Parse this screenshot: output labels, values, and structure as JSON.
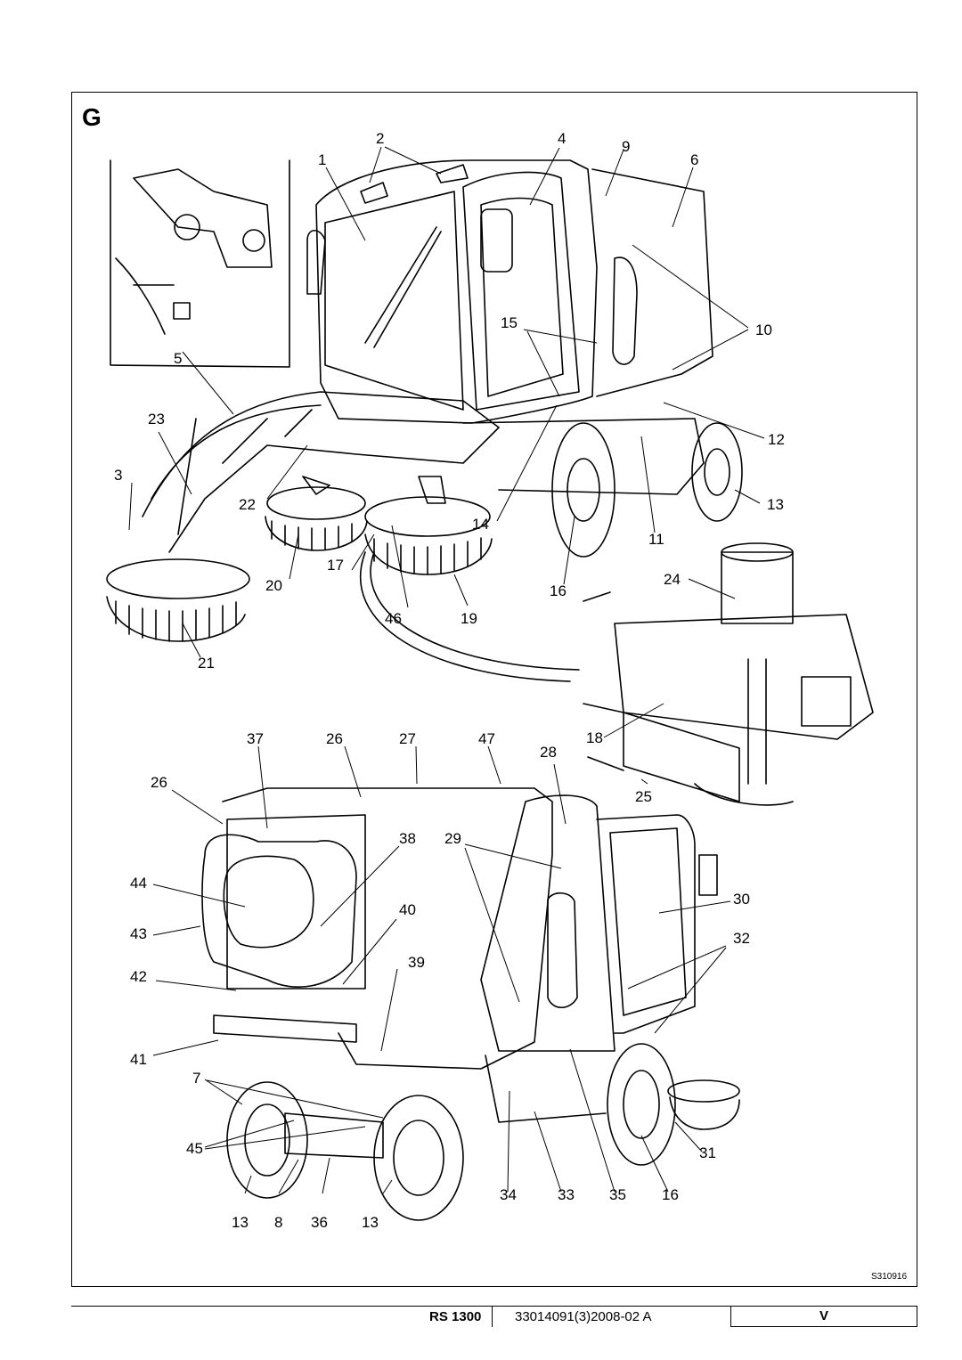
{
  "section_letter": "G",
  "drawing_code": "S310916",
  "callouts": [
    {
      "id": "c1",
      "text": "1"
    },
    {
      "id": "c2",
      "text": "2"
    },
    {
      "id": "c4",
      "text": "4"
    },
    {
      "id": "c9",
      "text": "9"
    },
    {
      "id": "c6",
      "text": "6"
    },
    {
      "id": "c15",
      "text": "15"
    },
    {
      "id": "c10",
      "text": "10"
    },
    {
      "id": "c5",
      "text": "5"
    },
    {
      "id": "c23",
      "text": "23"
    },
    {
      "id": "c12",
      "text": "12"
    },
    {
      "id": "c3",
      "text": "3"
    },
    {
      "id": "c22",
      "text": "22"
    },
    {
      "id": "c13a",
      "text": "13"
    },
    {
      "id": "c14",
      "text": "14"
    },
    {
      "id": "c11",
      "text": "11"
    },
    {
      "id": "c17",
      "text": "17"
    },
    {
      "id": "c24",
      "text": "24"
    },
    {
      "id": "c20",
      "text": "20"
    },
    {
      "id": "c16a",
      "text": "16"
    },
    {
      "id": "c46",
      "text": "46"
    },
    {
      "id": "c19",
      "text": "19"
    },
    {
      "id": "c21",
      "text": "21"
    },
    {
      "id": "c37",
      "text": "37"
    },
    {
      "id": "c26a",
      "text": "26"
    },
    {
      "id": "c27",
      "text": "27"
    },
    {
      "id": "c47",
      "text": "47"
    },
    {
      "id": "c18",
      "text": "18"
    },
    {
      "id": "c28",
      "text": "28"
    },
    {
      "id": "c26b",
      "text": "26"
    },
    {
      "id": "c25",
      "text": "25"
    },
    {
      "id": "c38",
      "text": "38"
    },
    {
      "id": "c29",
      "text": "29"
    },
    {
      "id": "c44",
      "text": "44"
    },
    {
      "id": "c30",
      "text": "30"
    },
    {
      "id": "c40",
      "text": "40"
    },
    {
      "id": "c43",
      "text": "43"
    },
    {
      "id": "c32",
      "text": "32"
    },
    {
      "id": "c39",
      "text": "39"
    },
    {
      "id": "c42",
      "text": "42"
    },
    {
      "id": "c41",
      "text": "41"
    },
    {
      "id": "c7",
      "text": "7"
    },
    {
      "id": "c45",
      "text": "45"
    },
    {
      "id": "c31",
      "text": "31"
    },
    {
      "id": "c34",
      "text": "34"
    },
    {
      "id": "c33",
      "text": "33"
    },
    {
      "id": "c35",
      "text": "35"
    },
    {
      "id": "c16b",
      "text": "16"
    },
    {
      "id": "c13b",
      "text": "13"
    },
    {
      "id": "c8",
      "text": "8"
    },
    {
      "id": "c36",
      "text": "36"
    },
    {
      "id": "c13c",
      "text": "13"
    }
  ],
  "footer": {
    "model": "RS 1300",
    "document_number": "33014091(3)2008-02 A",
    "language": "V"
  }
}
